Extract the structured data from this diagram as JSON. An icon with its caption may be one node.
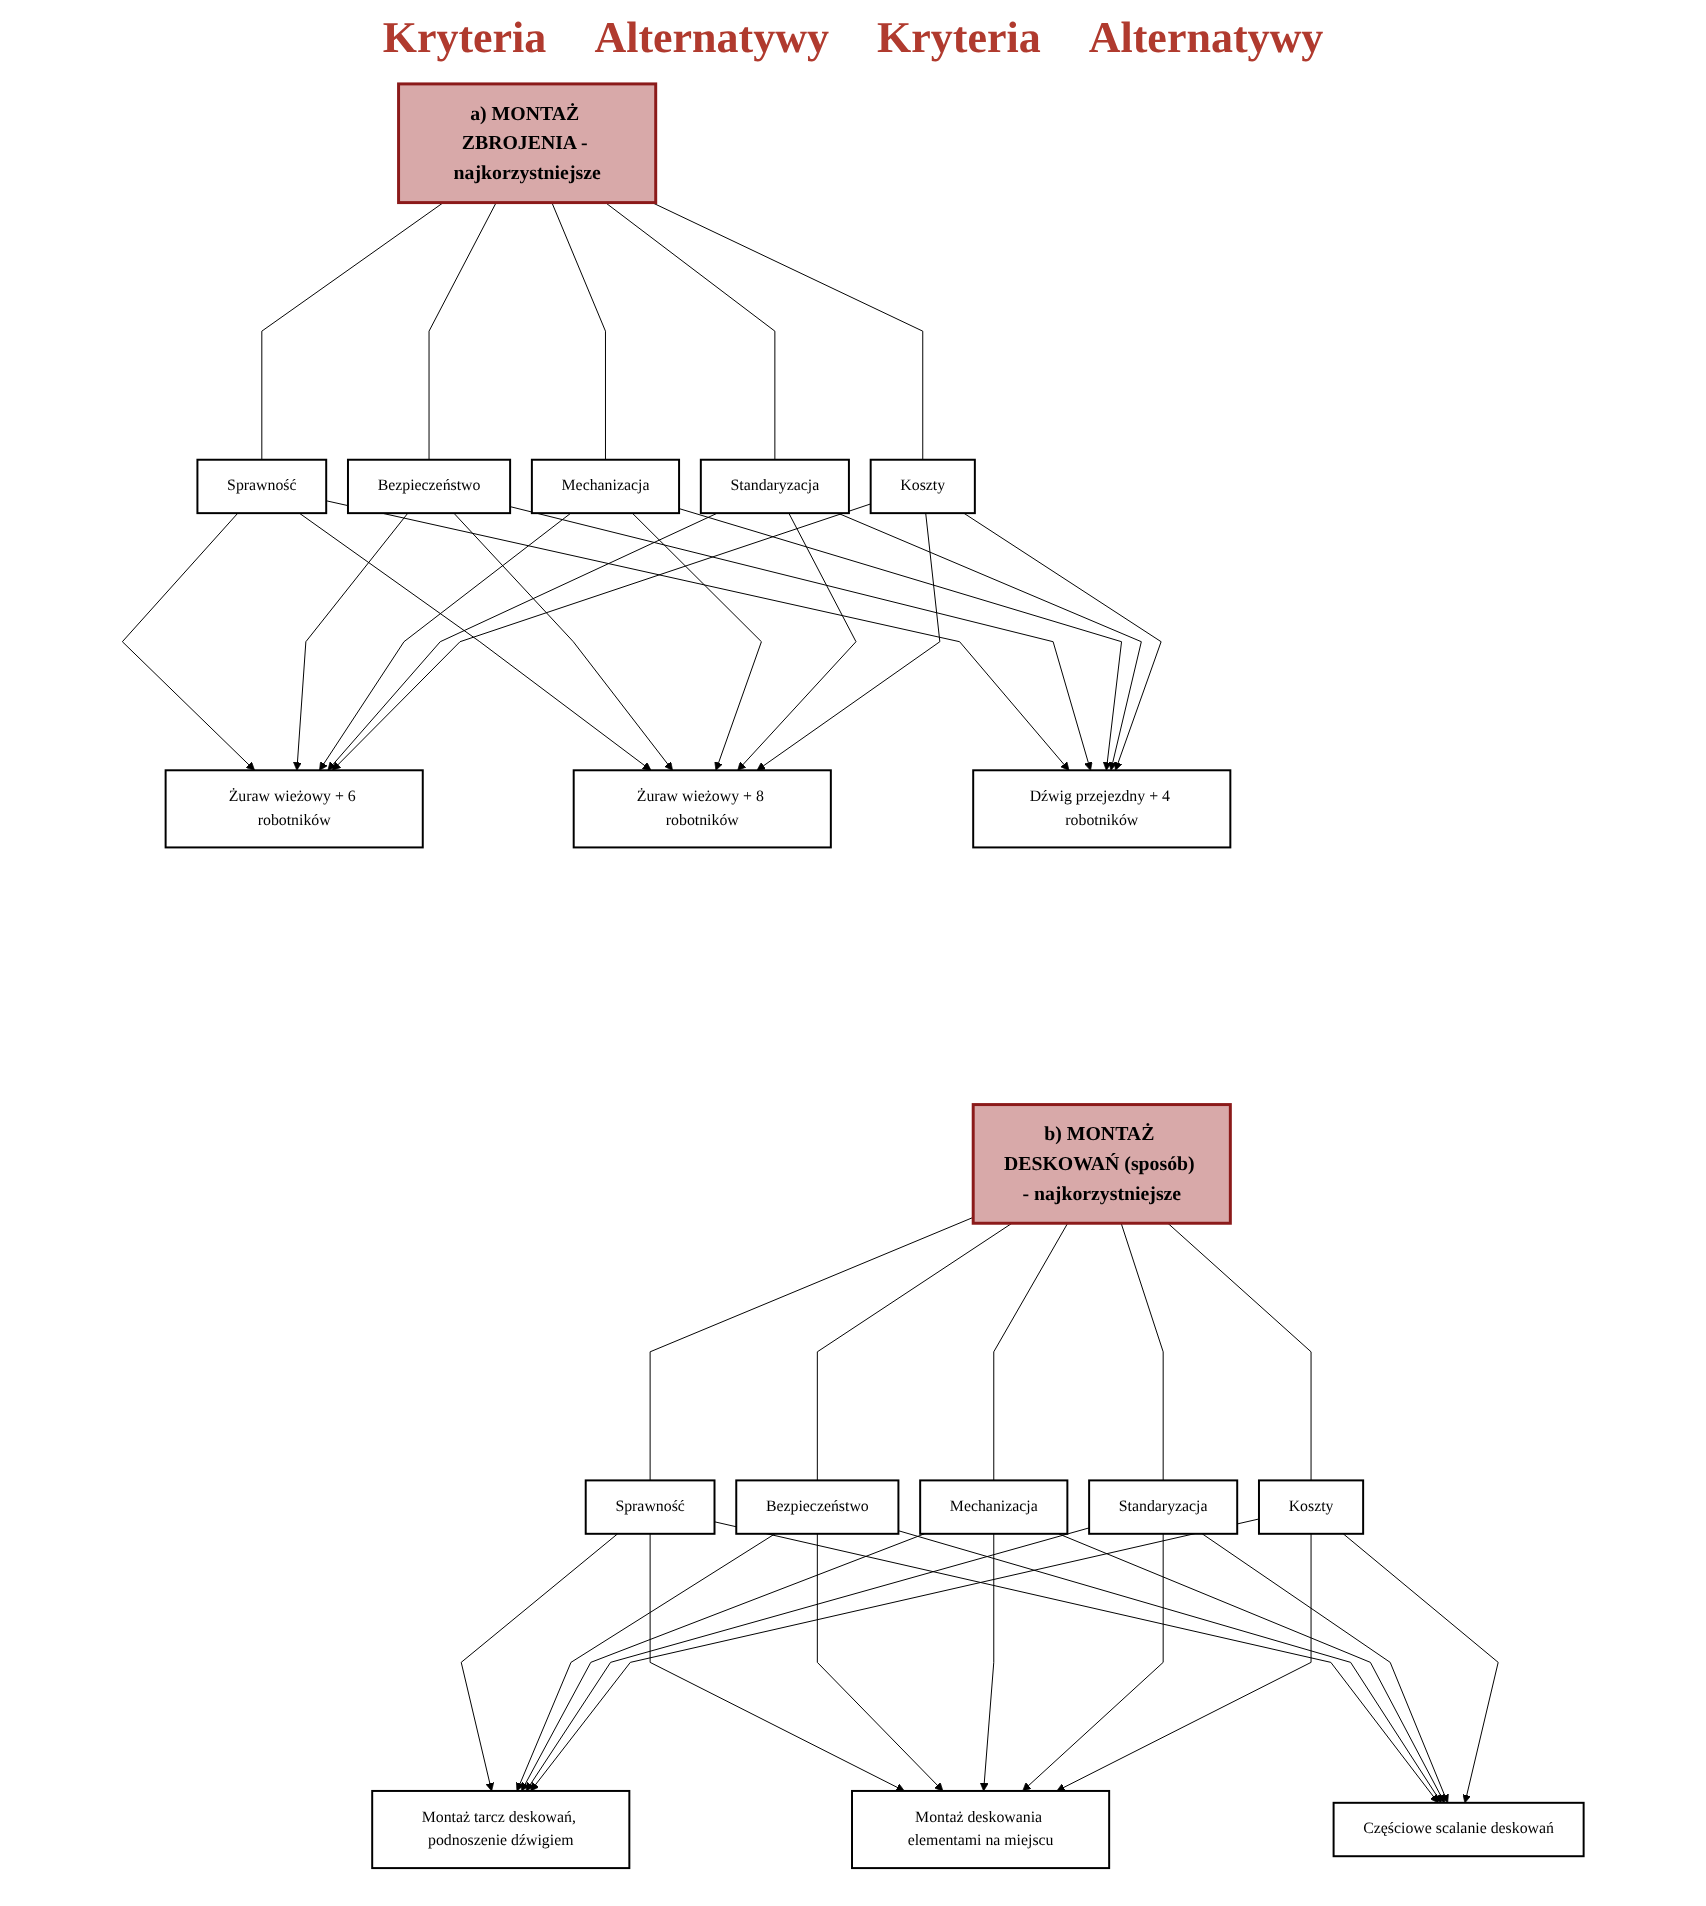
{
  "diagram": {
    "nodes": [
      {
        "text": [
          "a) MONTAŻ ZBROJENIA - najkorzystniejsze"
        ]
      },
      {
        "text": [
          "Sprawność"
        ]
      },
      {
        "text": [
          "Bezpieczeństwo"
        ]
      },
      {
        "text": [
          "Mechanizacja"
        ]
      },
      {
        "text": [
          "Standaryzacja"
        ]
      },
      {
        "text": [
          "Koszty"
        ]
      },
      {
        "text": [
          "Żuraw wieżowy + 6 robotników"
        ]
      },
      {
        "text": [
          "Żuraw wieżowy + 8 robotników"
        ]
      },
      {
        "text": [
          "Dźwig przejezdny + 4 robotników"
        ]
      },
      {
        "text": [
          "b) MONTAŻ DESKOWAŃ (sposób) - najkorzystniejsze"
        ]
      },
      {
        "text": [
          "Sprawność"
        ]
      },
      {
        "text": [
          "Bezpieczeństwo"
        ]
      },
      {
        "text": [
          "Mechanizacja"
        ]
      },
      {
        "text": [
          "Standaryzacja"
        ]
      },
      {
        "text": [
          "Koszty"
        ]
      },
      {
        "text": [
          "Montaż tarcz deskowań, podnoszenie dźwigiem"
        ]
      },
      {
        "text": [
          "Montaż deskowania elementami na miejscu"
        ]
      },
      {
        "text": [
          "Częściowe scalanie deskowań"
        ]
      }
    ],
    "edges": [
      {
        "from": 0,
        "to": 1,
        "arrow": "none"
      },
      {
        "from": 0,
        "to": 2,
        "arrow": "none"
      },
      {
        "from": 0,
        "to": 3,
        "arrow": "none"
      },
      {
        "from": 0,
        "to": 4,
        "arrow": "none"
      },
      {
        "from": 0,
        "to": 5,
        "arrow": "none"
      },
      {
        "from": 1,
        "to": 6,
        "arrow": "to"
      },
      {
        "from": 1,
        "to": 7,
        "arrow": "to"
      },
      {
        "from": 1,
        "to": 8,
        "arrow": "to"
      },
      {
        "from": 2,
        "to": 6,
        "arrow": "to"
      },
      {
        "from": 2,
        "to": 7,
        "arrow": "to"
      },
      {
        "from": 2,
        "to": 8,
        "arrow": "to"
      },
      {
        "from": 3,
        "to": 6,
        "arrow": "to"
      },
      {
        "from": 3,
        "to": 7,
        "arrow": "to"
      },
      {
        "from": 3,
        "to": 8,
        "arrow": "to"
      },
      {
        "from": 4,
        "to": 6,
        "arrow": "to"
      },
      {
        "from": 4,
        "to": 7,
        "arrow": "to"
      },
      {
        "from": 4,
        "to": 8,
        "arrow": "to"
      },
      {
        "from": 5,
        "to": 6,
        "arrow": "to"
      },
      {
        "from": 5,
        "to": 7,
        "arrow": "to"
      },
      {
        "from": 5,
        "to": 8,
        "arrow": "to"
      },
      {
        "from": 9,
        "to": 10,
        "arrow": "none"
      },
      {
        "from": 9,
        "to": 11,
        "arrow": "none"
      },
      {
        "from": 9,
        "to": 12,
        "arrow": "none"
      },
      {
        "from": 9,
        "to": 13,
        "arrow": "none"
      },
      {
        "from": 9,
        "to": 14,
        "arrow": "none"
      },
      {
        "from": 10,
        "to": 15,
        "arrow": "to"
      },
      {
        "from": 10,
        "to": 16,
        "arrow": "to"
      },
      {
        "from": 10,
        "to": 17,
        "arrow": "to"
      },
      {
        "from": 11,
        "to": 15,
        "arrow": "to"
      },
      {
        "from": 11,
        "to": 16,
        "arrow": "to"
      },
      {
        "from": 11,
        "to": 17,
        "arrow": "to"
      },
      {
        "from": 12,
        "to": 15,
        "arrow": "to"
      },
      {
        "from": 12,
        "to": 16,
        "arrow": "to"
      },
      {
        "from": 12,
        "to": 17,
        "arrow": "to"
      },
      {
        "from": 13,
        "to": 15,
        "arrow": "to"
      },
      {
        "from": 13,
        "to": 16,
        "arrow": "to"
      },
      {
        "from": 13,
        "to": 17,
        "arrow": "to"
      },
      {
        "from": 14,
        "to": 15,
        "arrow": "to"
      },
      {
        "from": 14,
        "to": 16,
        "arrow": "to"
      },
      {
        "from": 14,
        "to": 17,
        "arrow": "to"
      }
    ],
    "labels": [
      "Kryteria",
      "Alternatywy",
      "Kryteria",
      "Alternatywy"
    ]
  }
}
